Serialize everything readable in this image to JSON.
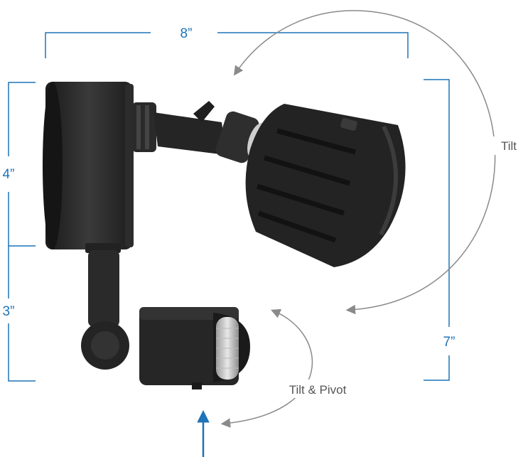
{
  "dimensions": {
    "width": "8”",
    "height_top": "4”",
    "height_bottom": "3”",
    "height_total": "7”"
  },
  "motions": {
    "tilt": "Tilt",
    "tilt_pivot": "Tilt & Pivot"
  },
  "colors": {
    "dimension": "#1f73b7",
    "arrow": "#8a8a8a",
    "fixture": "#262626"
  }
}
